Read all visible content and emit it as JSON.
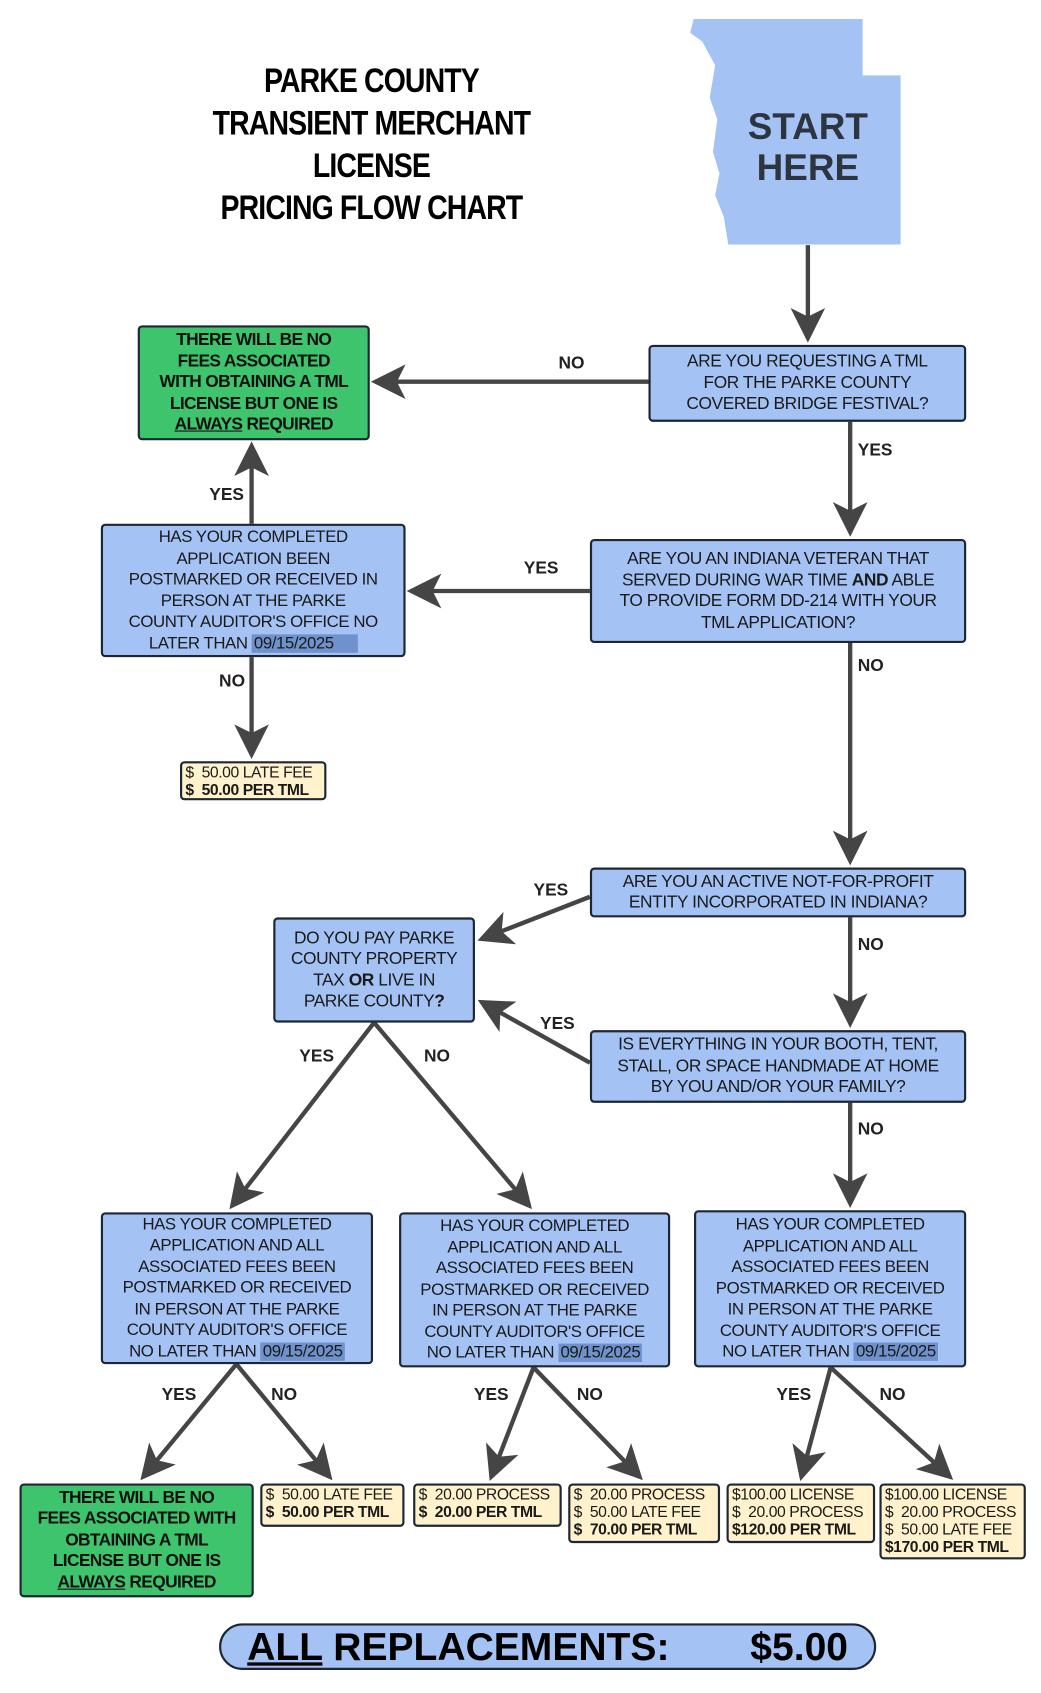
{
  "title": [
    "PARKE COUNTY",
    "TRANSIENT MERCHANT LICENSE",
    "PRICING FLOW CHART"
  ],
  "start": [
    "START",
    "HERE"
  ],
  "colors": {
    "question": "#a4c2f4",
    "no_fee": "#3ec46d",
    "fee": "#fff2cc",
    "date_highlight": "#6f92cc",
    "arrow": "#454545"
  },
  "nodes": {
    "festival": [
      "ARE YOU REQUESTING A TML",
      "FOR THE PARKE COUNTY",
      "COVERED BRIDGE FESTIVAL?"
    ],
    "no_fee_1": {
      "lines": [
        "THERE WILL BE NO",
        "FEES ASSOCIATED",
        "WITH OBTAINING A TML",
        "LICENSE BUT ONE IS"
      ],
      "underlined": "ALWAYS",
      "last": " REQUIRED"
    },
    "veteran": {
      "l1": "ARE YOU AN INDIANA VETERAN THAT",
      "l2a": "SERVED DURING WAR TIME ",
      "l2b": "AND",
      "l2c": " ABLE",
      "l3": "TO PROVIDE FORM DD-214 WITH YOUR",
      "l4": "TML APPLICATION?"
    },
    "deadline_1": {
      "lines": [
        "HAS YOUR COMPLETED",
        "APPLICATION BEEN",
        "POSTMARKED OR RECEIVED IN",
        "PERSON AT THE PARKE",
        "COUNTY AUDITOR'S OFFICE NO"
      ],
      "last": "LATER THAN ",
      "date": "09/15/2025"
    },
    "nonprofit": [
      "ARE YOU AN ACTIVE NOT-FOR-PROFIT",
      "ENTITY INCORPORATED IN INDIANA?"
    ],
    "resident": {
      "l1": "DO YOU PAY PARKE",
      "l2": "COUNTY PROPERTY",
      "l3a": "TAX ",
      "l3b": "OR",
      "l3c": " LIVE IN",
      "l4a": "PARKE COUNTY",
      "l4b": "?"
    },
    "handmade": [
      "IS EVERYTHING IN YOUR BOOTH, TENT,",
      "STALL, OR SPACE HANDMADE AT HOME",
      "BY YOU AND/OR YOUR FAMILY?"
    ],
    "deadline": {
      "lines": [
        "HAS YOUR COMPLETED",
        "APPLICATION AND ALL",
        "ASSOCIATED FEES BEEN",
        "POSTMARKED OR RECEIVED",
        "IN PERSON AT THE PARKE",
        "COUNTY AUDITOR'S OFFICE"
      ],
      "last": "NO LATER THAN ",
      "date": "09/15/2025"
    },
    "no_fee_2": {
      "lines": [
        "THERE WILL BE NO",
        "FEES ASSOCIATED WITH",
        "OBTAINING A TML",
        "LICENSE BUT ONE IS"
      ],
      "underlined": "ALWAYS",
      "last": " REQUIRED"
    }
  },
  "fees": [
    {
      "items": [
        "$  50.00 LATE FEE"
      ],
      "total": "$  50.00 PER TML"
    },
    {
      "items": [
        "$  50.00 LATE FEE"
      ],
      "total": "$  50.00 PER TML"
    },
    {
      "items": [
        "$  20.00 PROCESS"
      ],
      "total": "$  20.00 PER TML"
    },
    {
      "items": [
        "$  20.00 PROCESS",
        "$  50.00 LATE FEE"
      ],
      "total": "$  70.00 PER TML"
    },
    {
      "items": [
        "$100.00 LICENSE",
        "$  20.00 PROCESS"
      ],
      "total": "$120.00 PER TML"
    },
    {
      "items": [
        "$100.00 LICENSE",
        "$  20.00 PROCESS",
        "$  50.00 LATE FEE"
      ],
      "total": "$170.00 PER TML"
    }
  ],
  "labels": {
    "yes": "YES",
    "no": "NO"
  },
  "replacements": {
    "underlined": "ALL",
    "label": " REPLACEMENTS:",
    "price": "$5.00"
  }
}
